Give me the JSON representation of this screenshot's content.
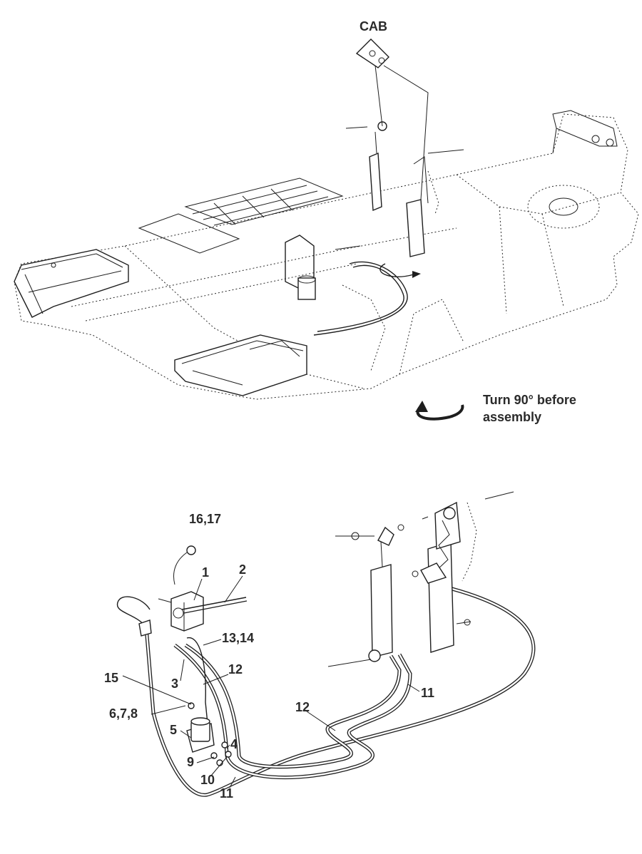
{
  "top_view": {
    "cab_label": "CAB",
    "turn_note_line1": "Turn 90° before",
    "turn_note_line2": "assembly"
  },
  "callouts": {
    "c16_17": "16,17",
    "c1": "1",
    "c2": "2",
    "c13_14": "13,14",
    "c12a": "12",
    "c3": "3",
    "c15": "15",
    "c6_7_8": "6,7,8",
    "c5": "5",
    "c4": "4",
    "c9": "9",
    "c10": "10",
    "c11a": "11",
    "c12b": "12",
    "c11b": "11"
  }
}
